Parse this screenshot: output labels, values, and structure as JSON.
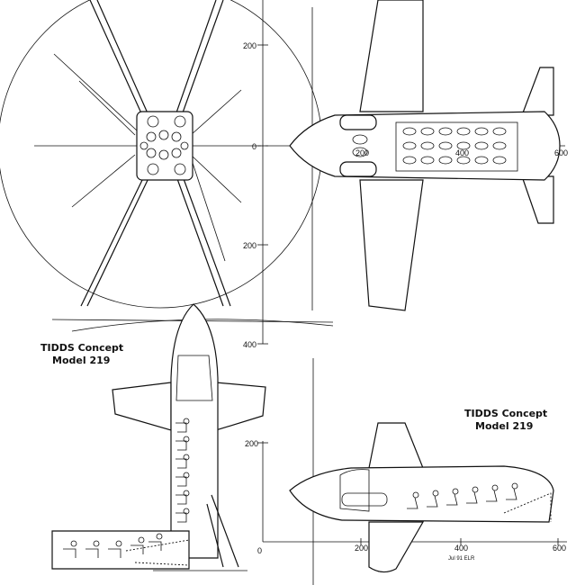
{
  "drawing": {
    "caption_left": {
      "line1": "TIDDS Concept",
      "line2": "Model 219"
    },
    "caption_right": {
      "line1": "TIDDS Concept",
      "line2": "Model 219"
    },
    "date_stamp": "Jul 91 ELR"
  },
  "axes": {
    "vertical_top_ticks": [
      "200",
      "0",
      "200",
      "400"
    ],
    "plan_view_ticks": [
      "200",
      "400",
      "600"
    ],
    "side_view_vertical_ticks": [
      "200",
      "0"
    ],
    "side_view_horizontal_ticks": [
      "200",
      "400",
      "600"
    ]
  }
}
